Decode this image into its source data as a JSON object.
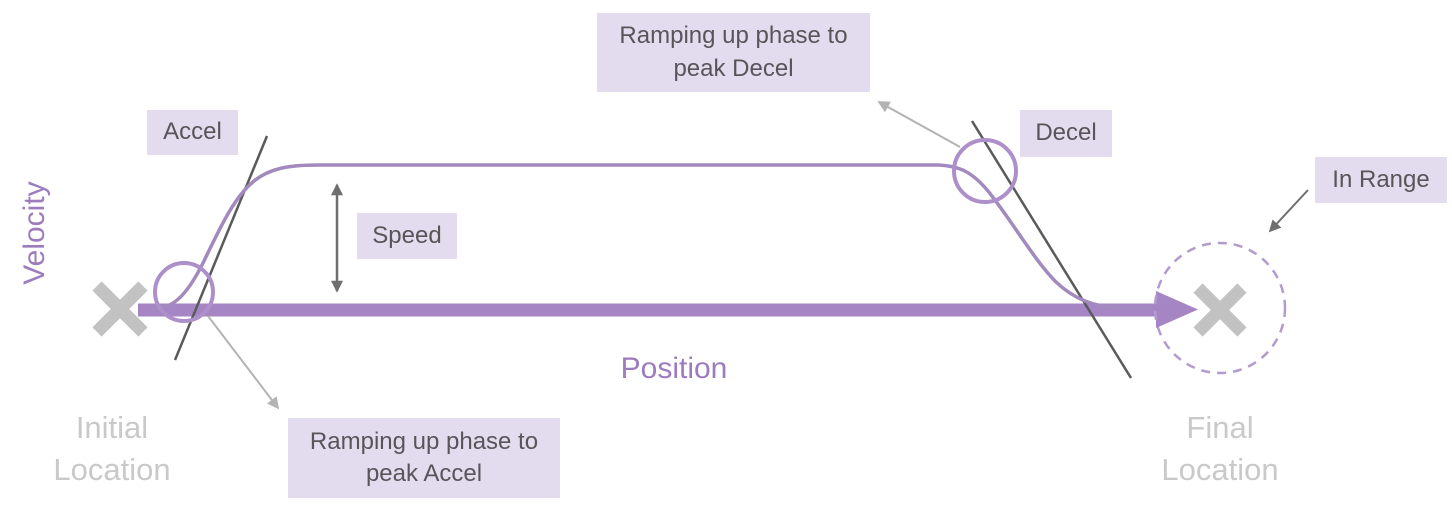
{
  "diagram": {
    "y_axis_label": "Velocity",
    "x_axis_label": "Position",
    "callouts": {
      "accel": "Accel",
      "decel": "Decel",
      "speed": "Speed",
      "in_range": "In Range",
      "ramp_accel": "Ramping up phase to peak Accel",
      "ramp_decel": "Ramping up phase to peak Decel"
    },
    "markers": {
      "initial_location": "Initial Location",
      "final_location": "Final Location"
    }
  },
  "colors": {
    "velocity_curve": "#a289be",
    "position_arrow": "#a585c4",
    "annotation_circle": "#ad90c9",
    "in_range_dashed_circle": "#b29bcd",
    "callout_background": "#e3dcee",
    "callout_text": "#58555a",
    "axis_label_text": "#9d7cbd",
    "location_x_marker": "#c2c2c2",
    "location_text": "#c9c9c9",
    "tangent_line": "#5a5a5a",
    "light_annotation_arrow": "#b3b3b3",
    "dark_annotation_arrow": "#6e6e6e"
  }
}
